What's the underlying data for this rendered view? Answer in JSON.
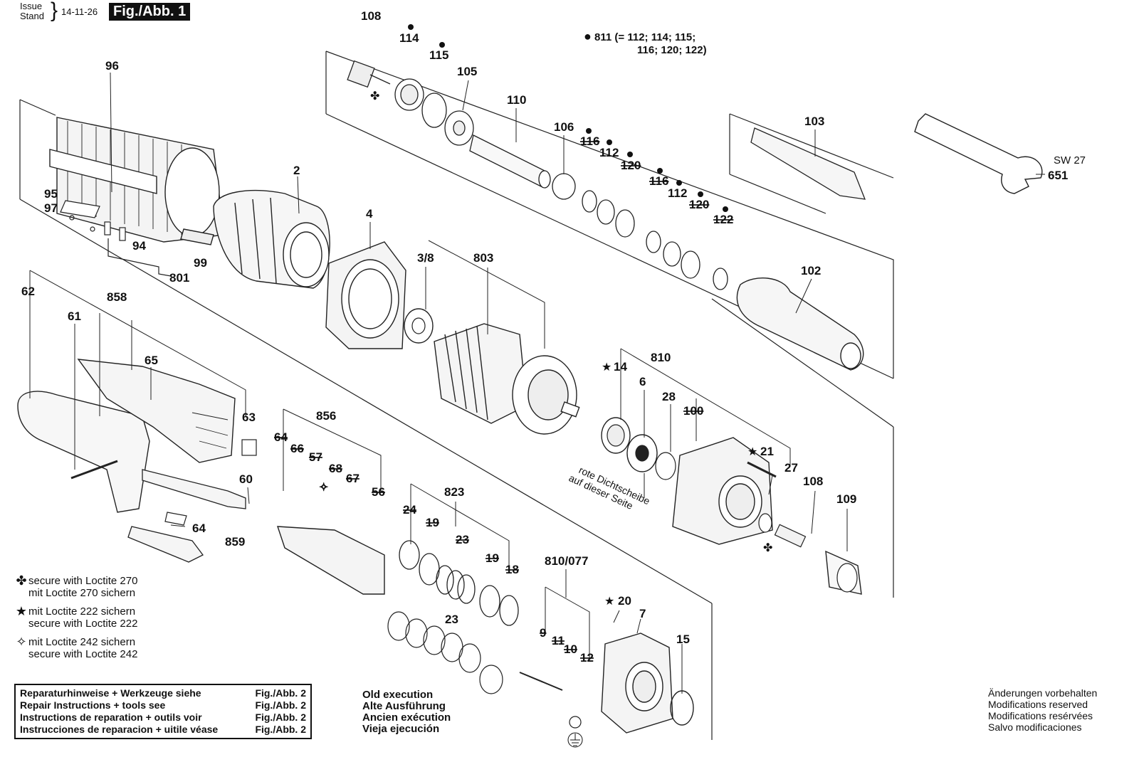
{
  "header": {
    "issue_label": "Issue",
    "stand_label": "Stand",
    "brace": "}",
    "date": "14-11-26",
    "figure": "Fig./Abb. 1"
  },
  "kit_note": {
    "bullet": "●",
    "line1": "811 (= 112; 114; 115;",
    "line2": "116; 120; 122)"
  },
  "wrench_size": "SW 27",
  "part_labels": [
    {
      "id": "p108a",
      "text": "108"
    },
    {
      "id": "p114",
      "text": "114"
    },
    {
      "id": "p115",
      "text": "115"
    },
    {
      "id": "p105",
      "text": "105"
    },
    {
      "id": "p110",
      "text": "110"
    },
    {
      "id": "p106",
      "text": "106"
    },
    {
      "id": "p116a",
      "text": "116"
    },
    {
      "id": "p112a",
      "text": "112"
    },
    {
      "id": "p120a",
      "text": "120"
    },
    {
      "id": "p116b",
      "text": "116"
    },
    {
      "id": "p112b",
      "text": "112"
    },
    {
      "id": "p120b",
      "text": "120"
    },
    {
      "id": "p122",
      "text": "122"
    },
    {
      "id": "p103",
      "text": "103"
    },
    {
      "id": "p651",
      "text": "651"
    },
    {
      "id": "p102",
      "text": "102"
    },
    {
      "id": "p96",
      "text": "96"
    },
    {
      "id": "p2",
      "text": "2"
    },
    {
      "id": "p95",
      "text": "95"
    },
    {
      "id": "p97",
      "text": "97"
    },
    {
      "id": "p94",
      "text": "94"
    },
    {
      "id": "p99",
      "text": "99"
    },
    {
      "id": "p801",
      "text": "801"
    },
    {
      "id": "p4",
      "text": "4"
    },
    {
      "id": "p38",
      "text": "3/8"
    },
    {
      "id": "p803",
      "text": "803"
    },
    {
      "id": "p62",
      "text": "62"
    },
    {
      "id": "p858",
      "text": "858"
    },
    {
      "id": "p61",
      "text": "61"
    },
    {
      "id": "p65",
      "text": "65"
    },
    {
      "id": "p63",
      "text": "63"
    },
    {
      "id": "p856",
      "text": "856"
    },
    {
      "id": "p64a",
      "text": "64"
    },
    {
      "id": "p66",
      "text": "66"
    },
    {
      "id": "p57",
      "text": "57"
    },
    {
      "id": "p68",
      "text": "68"
    },
    {
      "id": "p67",
      "text": "67"
    },
    {
      "id": "p56",
      "text": "56"
    },
    {
      "id": "p60",
      "text": "60"
    },
    {
      "id": "p64b",
      "text": "64"
    },
    {
      "id": "p859",
      "text": "859"
    },
    {
      "id": "p14",
      "text": "14"
    },
    {
      "id": "p6",
      "text": "6"
    },
    {
      "id": "p810",
      "text": "810"
    },
    {
      "id": "p28",
      "text": "28"
    },
    {
      "id": "p100",
      "text": "100"
    },
    {
      "id": "p21",
      "text": "21"
    },
    {
      "id": "p27",
      "text": "27"
    },
    {
      "id": "p108b",
      "text": "108"
    },
    {
      "id": "p109",
      "text": "109"
    },
    {
      "id": "p823",
      "text": "823"
    },
    {
      "id": "p24",
      "text": "24"
    },
    {
      "id": "p19a",
      "text": "19"
    },
    {
      "id": "p23a",
      "text": "23"
    },
    {
      "id": "p19b",
      "text": "19"
    },
    {
      "id": "p18",
      "text": "18"
    },
    {
      "id": "p23b",
      "text": "23"
    },
    {
      "id": "p810077",
      "text": "810/077"
    },
    {
      "id": "p20",
      "text": "20"
    },
    {
      "id": "p7",
      "text": "7"
    },
    {
      "id": "p9",
      "text": "9"
    },
    {
      "id": "p11",
      "text": "11"
    },
    {
      "id": "p10",
      "text": "10"
    },
    {
      "id": "p12",
      "text": "12"
    },
    {
      "id": "p15",
      "text": "15"
    }
  ],
  "red_sealing_note": {
    "line1": "rote Dichtscheibe",
    "line2": "auf dieser Seite"
  },
  "legend": [
    {
      "symbol": "✤",
      "line1": "secure with Loctite 270",
      "line2": "mit Loctite 270 sichern"
    },
    {
      "symbol": "★",
      "line1": "mit Loctite 222 sichern",
      "line2": "secure with Loctite 222"
    },
    {
      "symbol": "✧",
      "line1": "mit Loctite 242 sichern",
      "line2": "secure with Loctite 242"
    }
  ],
  "references": [
    {
      "text": "Reparaturhinweise + Werkzeuge siehe",
      "fig": "Fig./Abb. 2"
    },
    {
      "text": "Repair Instructions + tools see",
      "fig": "Fig./Abb. 2"
    },
    {
      "text": "Instructions de reparation + outils voir",
      "fig": "Fig./Abb. 2"
    },
    {
      "text": "Instrucciones de reparacion + uitile véase",
      "fig": "Fig./Abb. 2"
    }
  ],
  "old_execution": [
    "Old execution",
    "Alte Ausführung",
    "Ancien exécution",
    "Vieja ejecución"
  ],
  "modifications": [
    "Änderungen vorbehalten",
    "Modifications reserved",
    "Modifications resérvées",
    "Salvo modificaciones"
  ]
}
